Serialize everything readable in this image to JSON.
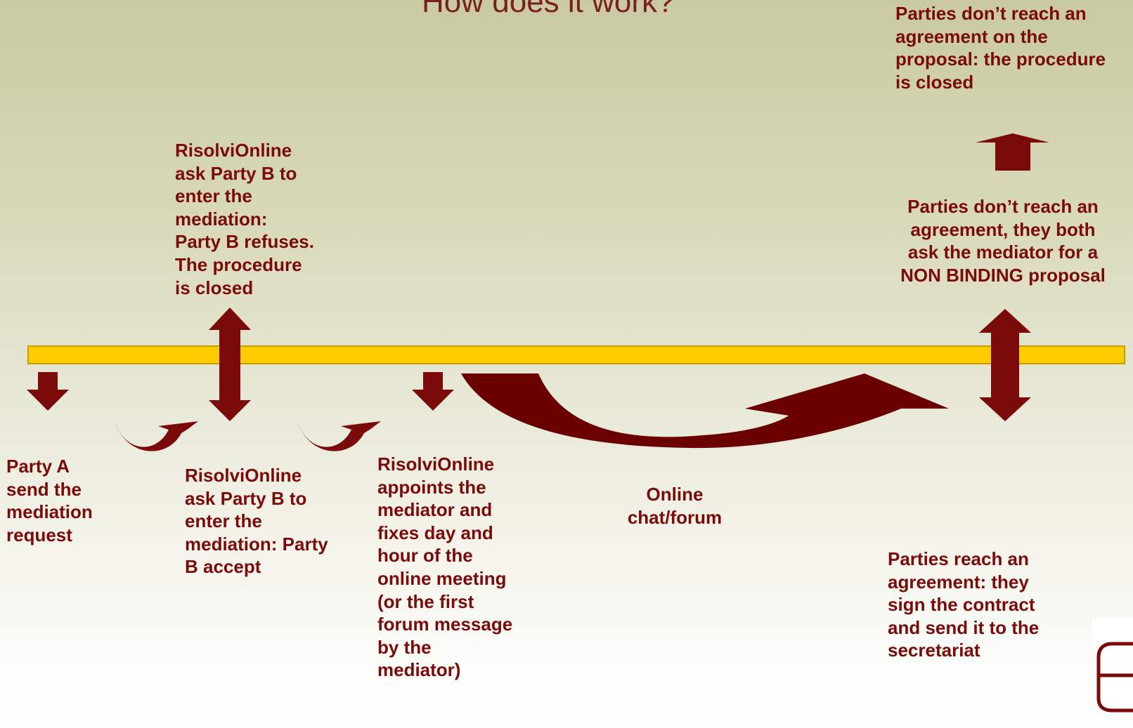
{
  "title": "How does it work?",
  "colors": {
    "arrow": "#7b0a0a",
    "arrow_dark": "#5a0000",
    "timeline": "#ffcc00",
    "timeline_border": "#c0a000",
    "text": "#7b0a0a"
  },
  "labels": {
    "top_right_closed": "Parties don’t reach an\nagreement on the\nproposal: the procedure\nis closed",
    "party_b_refuses": "RisolviOnline\nask Party B to\nenter the\nmediation:\nParty B refuses.\nThe procedure\nis closed",
    "non_binding": "Parties don’t reach an\nagreement, they both\nask the mediator for a\nNON BINDING proposal",
    "party_a_request": "Party A\nsend the\nmediation\nrequest",
    "party_b_accept": "RisolviOnline\nask Party B to\nenter the\nmediation: Party\nB accept",
    "appoints_mediator": "RisolviOnline\nappoints the\nmediator and\nfixes day and\nhour of the\nonline meeting\n(or the first\nforum message\nby the\nmediator)",
    "chat_forum": "Online\nchat/forum",
    "agreement": "Parties reach an\nagreement: they\nsign the contract\nand send it to the\nsecretariat"
  },
  "icons": {
    "down_arrow": "down-arrow-icon",
    "up_arrow": "up-arrow-icon",
    "double_arrow": "double-arrow-icon",
    "curved_arrow": "curved-arrow-icon",
    "logo": "logo-icon"
  }
}
